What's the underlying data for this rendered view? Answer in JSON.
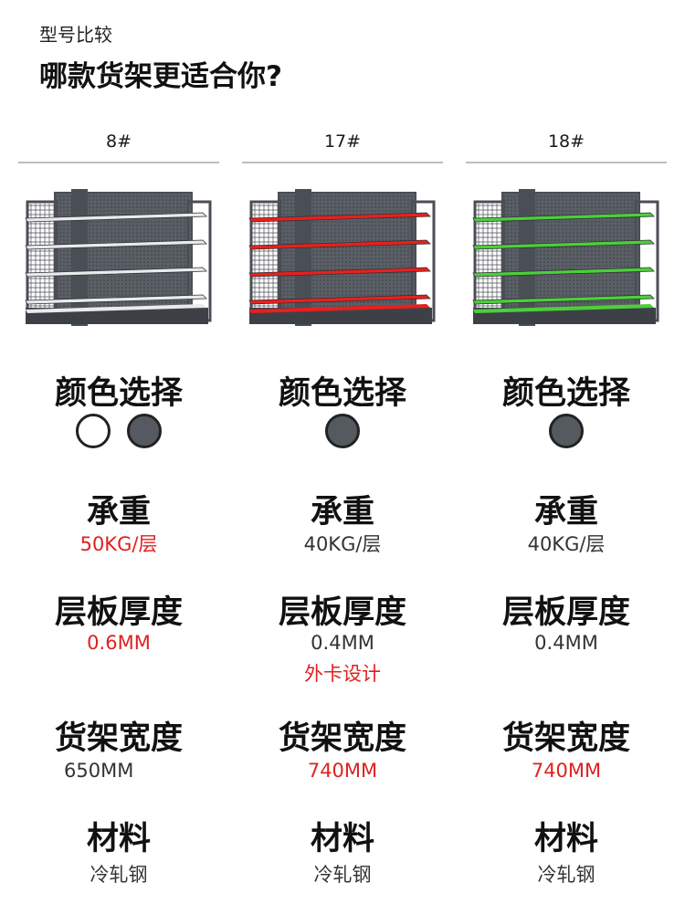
{
  "header": {
    "subtitle": "型号比较",
    "title": "哪款货架更适合你?"
  },
  "labels": {
    "color": "颜色选择",
    "load": "承重",
    "thickness": "层板厚度",
    "width": "货架宽度",
    "material": "材料"
  },
  "columns": [
    {
      "model": "8#",
      "shelf_accent": "#e8eaec",
      "swatches": [
        "#ffffff",
        "#555a60"
      ],
      "load": "50KG/层",
      "load_highlight": true,
      "thickness": "0.6MM",
      "thickness_highlight": true,
      "thickness_note": "",
      "width": "650MM",
      "width_highlight": false,
      "material": "冷轧钢"
    },
    {
      "model": "17#",
      "shelf_accent": "#e8201e",
      "swatches": [
        "#555a60"
      ],
      "load": "40KG/层",
      "load_highlight": false,
      "thickness": "0.4MM",
      "thickness_highlight": false,
      "thickness_note": "外卡设计",
      "width": "740MM",
      "width_highlight": true,
      "material": "冷轧钢"
    },
    {
      "model": "18#",
      "shelf_accent": "#4ccf3a",
      "swatches": [
        "#555a60"
      ],
      "load": "40KG/层",
      "load_highlight": false,
      "thickness": "0.4MM",
      "thickness_highlight": false,
      "thickness_note": "",
      "width": "740MM",
      "width_highlight": true,
      "material": "冷轧钢"
    }
  ],
  "colors": {
    "highlight": "#e02020",
    "frame": "#4a4e55",
    "divider": "#bdbdbd"
  }
}
